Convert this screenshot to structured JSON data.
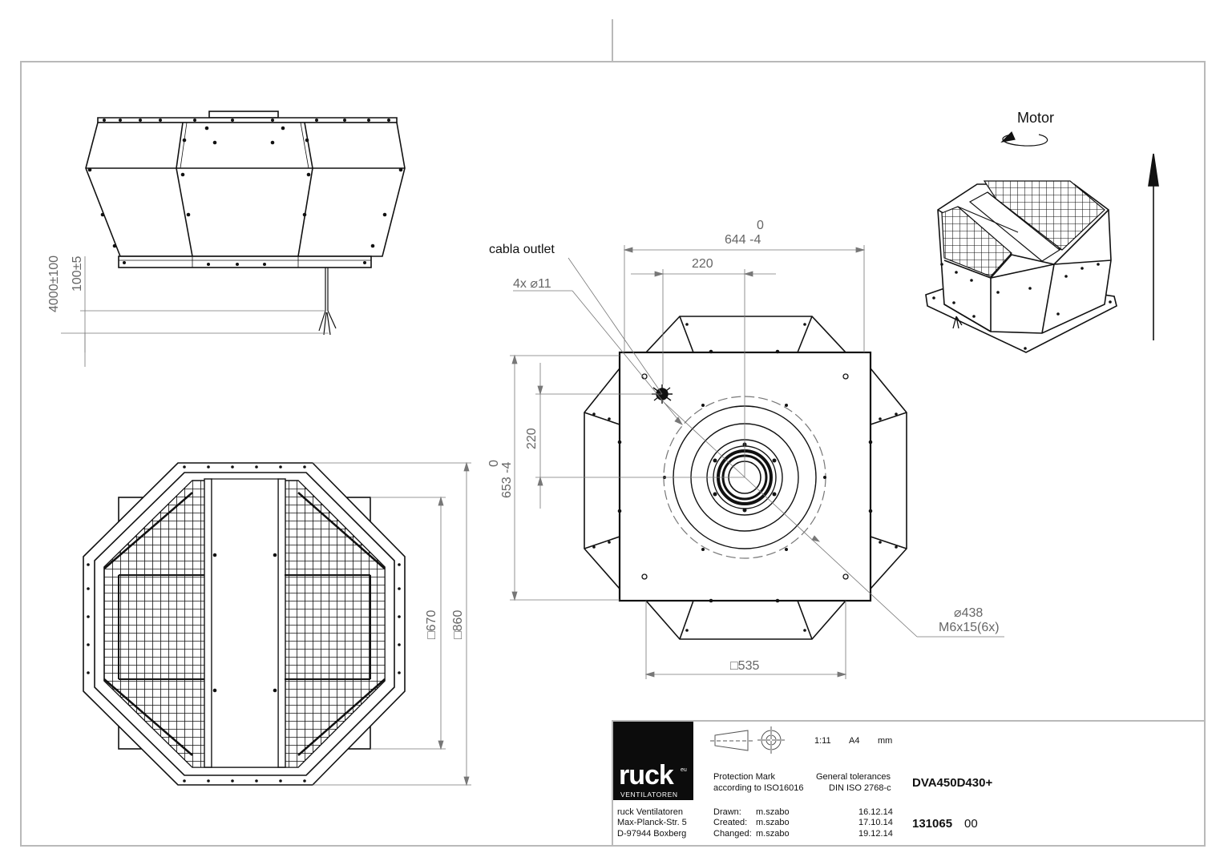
{
  "labels": {
    "motor": "Motor",
    "cable_outlet": "cabla outlet",
    "holes": "4x ⌀11",
    "bore": "⌀438",
    "thread": "M6x15(6x)",
    "tol_h_upper": "0",
    "tol_h": "644 -4",
    "dim_220_h": "220",
    "tol_v_upper": "0",
    "tol_v": "653 -4",
    "dim_220_v": "220",
    "dim_535": "□535",
    "dim_670": "□670",
    "dim_860": "□860",
    "cable_length": "4000±100",
    "cable_strip": "100±5"
  },
  "title_block": {
    "logo_text": "ruck",
    "logo_sup": "eu",
    "logo_sub": "VENTILATOREN",
    "scale": "1:11",
    "paper": "A4",
    "unit": "mm",
    "protection_1": "Protection Mark",
    "protection_2": "according to ISO16016",
    "tol_1": "General tolerances",
    "tol_2": "DIN ISO 2768-c",
    "model": "DVA450D430+",
    "company": "ruck Ventilatoren",
    "street": "Max-Planck-Str. 5",
    "city": "D-97944 Boxberg",
    "drawn_label": "Drawn:",
    "drawn_by": "m.szabo",
    "drawn_date": "16.12.14",
    "created_label": "Created:",
    "created_by": "m.szabo",
    "created_date": "17.10.14",
    "changed_label": "Changed:",
    "changed_by": "m.szabo",
    "changed_date": "19.12.14",
    "drawing_no": "131065",
    "revision": "00"
  },
  "colors": {
    "line": "#111111",
    "dimension": "#666666",
    "frame": "#b9b9b9"
  }
}
